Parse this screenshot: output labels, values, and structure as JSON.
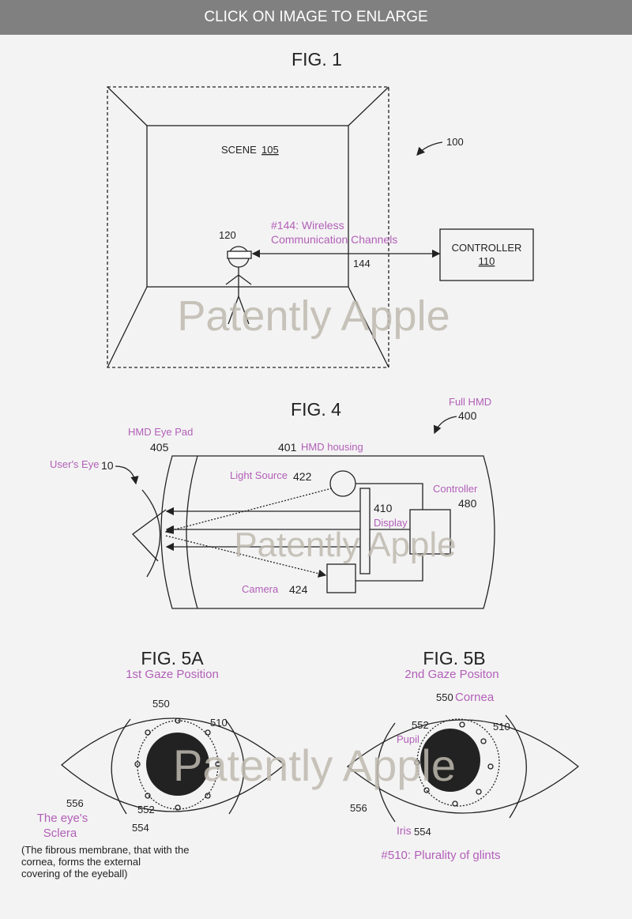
{
  "header": {
    "banner": "CLICK ON IMAGE TO ENLARGE"
  },
  "watermark": "Patently Apple",
  "fig1": {
    "title": "FIG. 1",
    "scene_label": "SCENE",
    "scene_num": "105",
    "ref_100": "100",
    "user_ref": "120",
    "channel_note_1": "#144: Wireless",
    "channel_note_2": "Communication Channels",
    "channel_ref": "144",
    "controller_label": "CONTROLLER",
    "controller_num": "110"
  },
  "fig4": {
    "title": "FIG. 4",
    "full_hmd": "Full HMD",
    "ref_400": "400",
    "eye_pad": "HMD Eye Pad",
    "ref_405": "405",
    "ref_401": "401",
    "housing": "HMD housing",
    "users_eye": "User's Eye",
    "ref_10": "10",
    "light_source": "Light Source",
    "ref_422": "422",
    "ref_410": "410",
    "display": "Display",
    "controller": "Controller",
    "ref_480": "480",
    "camera": "Camera",
    "ref_424": "424",
    "colors": {
      "light": "#f8d77a",
      "display": "#f5e500",
      "controller": "#dff1fb",
      "camera": "#fbeef4"
    }
  },
  "fig5a": {
    "title": "FIG. 5A",
    "subtitle": "1st Gaze Position",
    "ref_550": "550",
    "ref_510": "510",
    "ref_556": "556",
    "ref_552": "552",
    "ref_554": "554",
    "sclera_1": "The eye's",
    "sclera_2": "Sclera",
    "note_1": "(The fibrous membrane, that with the",
    "note_2": "cornea, forms the external",
    "note_3": "covering of the eyeball)"
  },
  "fig5b": {
    "title": "FIG. 5B",
    "subtitle": "2nd Gaze Positon",
    "ref_550": "550",
    "cornea": "Cornea",
    "ref_552": "552",
    "pupil": "Pupil",
    "ref_510": "510",
    "ref_556": "556",
    "iris": "Iris",
    "ref_554": "554",
    "glints_note": "#510: Plurality of glints"
  }
}
